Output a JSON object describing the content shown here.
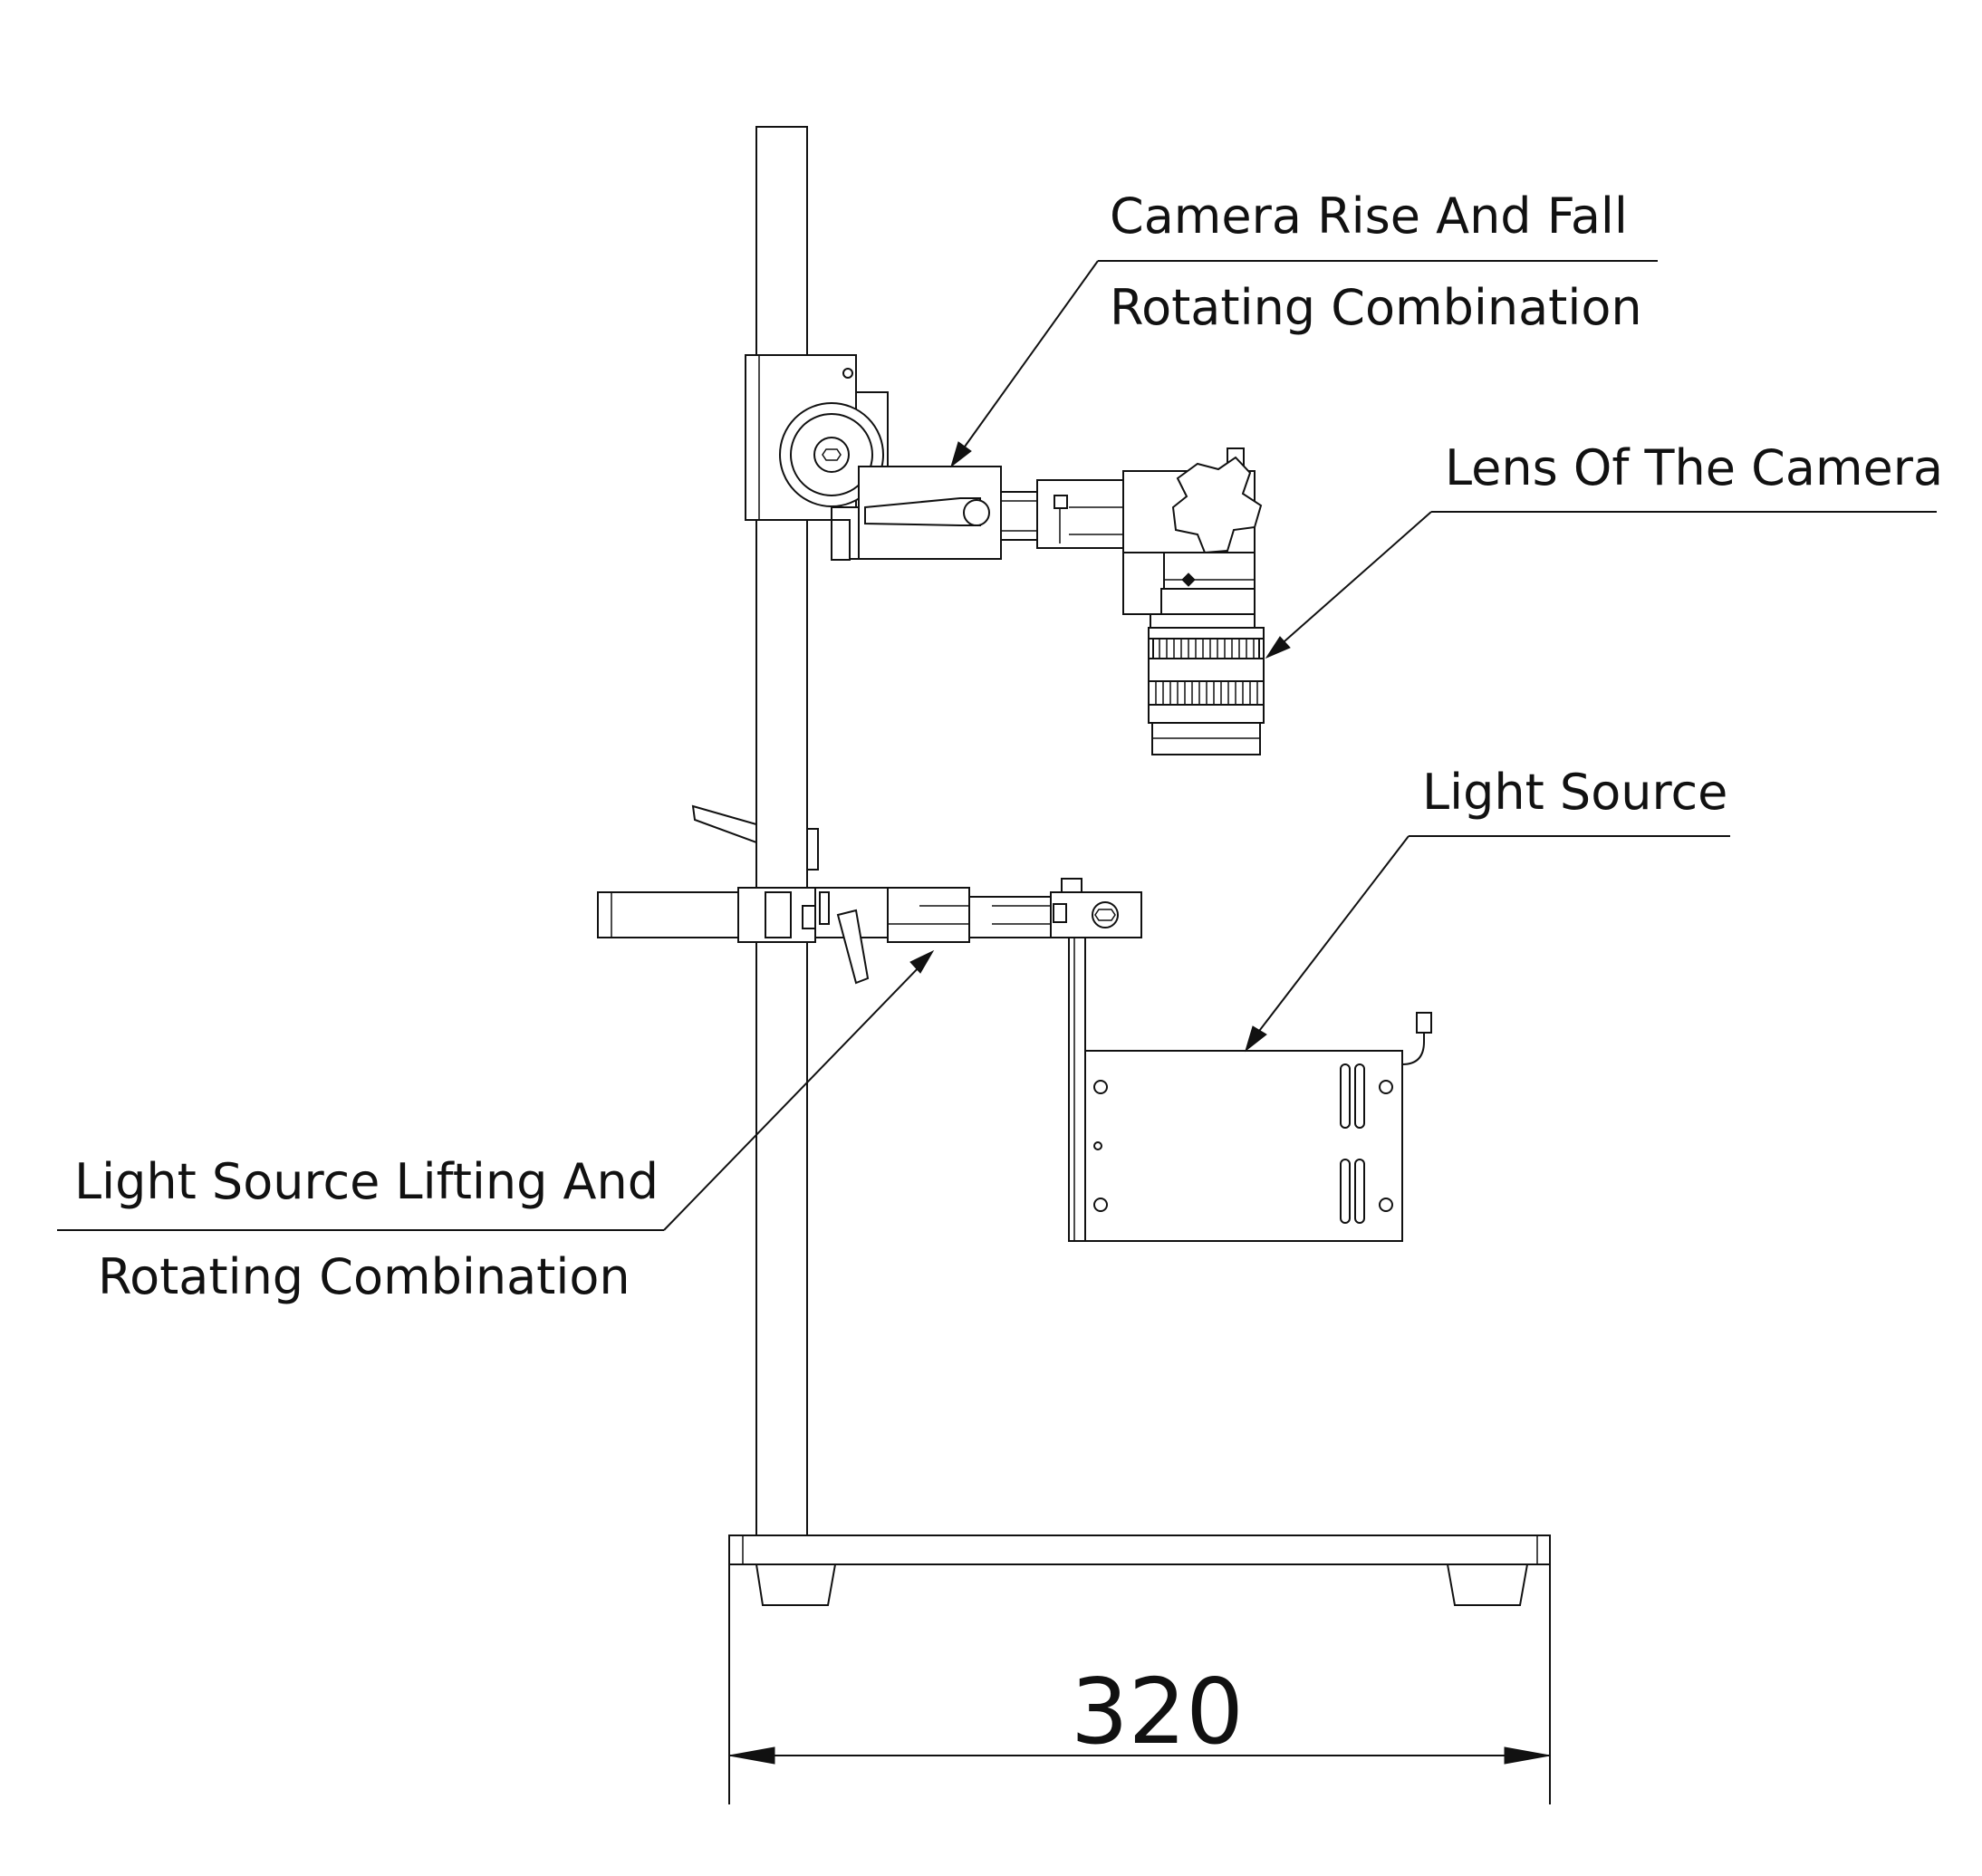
{
  "labels": {
    "camera_rise_line1": "Camera Rise And Fall",
    "camera_rise_line2": "Rotating Combination",
    "lens": "Lens Of The Camera",
    "light_source": "Light Source",
    "light_lift_line1": "Light Source Lifting And",
    "light_lift_line2": "Rotating Combination"
  },
  "dimension": {
    "base_width": "320"
  }
}
